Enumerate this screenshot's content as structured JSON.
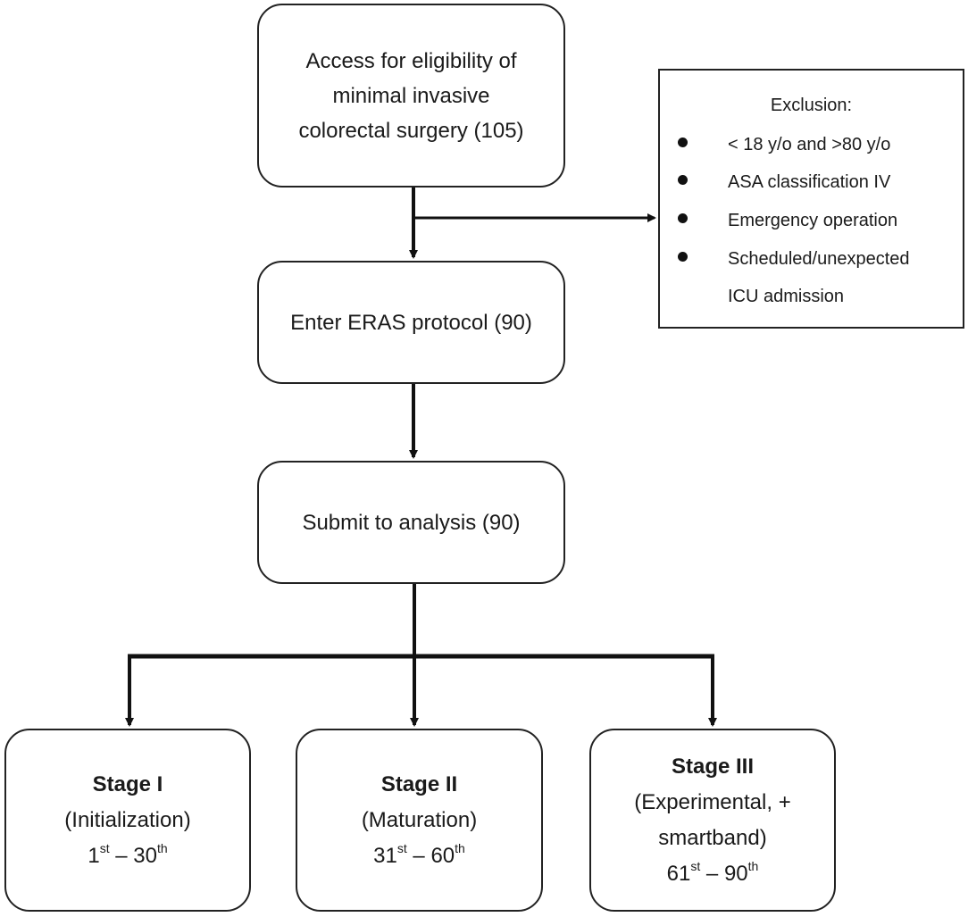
{
  "boxes": {
    "access": {
      "lines": [
        "Access for eligibility of",
        "minimal invasive",
        "colorectal surgery (105)"
      ]
    },
    "eras": {
      "text": "Enter ERAS protocol (90)"
    },
    "submit": {
      "text": "Submit to analysis (90)"
    }
  },
  "exclusion": {
    "title": "Exclusion:",
    "items": [
      "< 18 y/o and >80 y/o",
      "ASA classification IV",
      "Emergency operation",
      "Scheduled/unexpected",
      "ICU admission"
    ]
  },
  "stages": [
    {
      "title": "Stage I",
      "subtitle": "(Initialization)",
      "range_start": "1",
      "range_start_sup": "st",
      "range_sep": " – ",
      "range_end": "30",
      "range_end_sup": "th"
    },
    {
      "title": "Stage II",
      "subtitle": "(Maturation)",
      "range_start": "31",
      "range_start_sup": "st",
      "range_sep": " – ",
      "range_end": "60",
      "range_end_sup": "th"
    },
    {
      "title": "Stage III",
      "subtitle": "(Experimental, +",
      "subtitle2": "smartband)",
      "range_start": "61",
      "range_start_sup": "st",
      "range_sep": " – ",
      "range_end": "90",
      "range_end_sup": "th"
    }
  ]
}
